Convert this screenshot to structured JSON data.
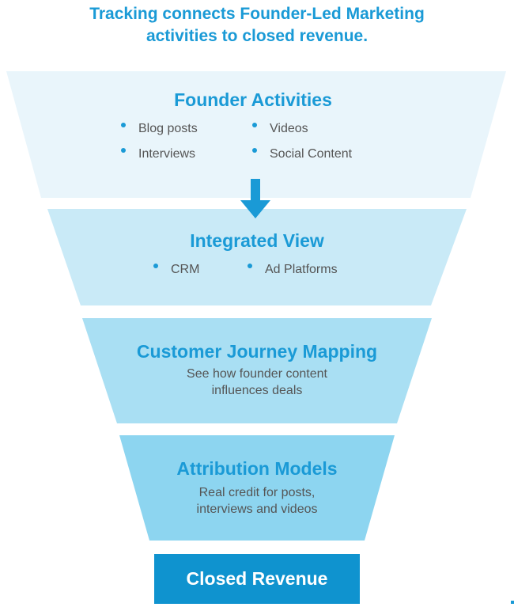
{
  "title": {
    "line1": "Tracking connects Founder-Led Marketing",
    "line2": "activities to closed revenue."
  },
  "stages": {
    "activities": {
      "title": "Founder Activities",
      "bullets": [
        "Blog posts",
        "Videos",
        "Interviews",
        "Social Content"
      ]
    },
    "integrated": {
      "title": "Integrated View",
      "bullets": [
        "CRM",
        "Ad Platforms"
      ]
    },
    "journey": {
      "title": "Customer Journey Mapping",
      "desc_line1": "See how founder content",
      "desc_line2": "influences deals"
    },
    "attribution": {
      "title": "Attribution Models",
      "desc_line1": "Real credit for posts,",
      "desc_line2": "interviews and videos"
    }
  },
  "revenue": {
    "label": "Closed Revenue"
  },
  "colors": {
    "accent": "#1a9ad6",
    "stage1": "#e9f5fb",
    "stage2": "#c9eaf7",
    "stage3": "#a9dff3",
    "stage4": "#8dd5f0",
    "revenue": "#0f93cf",
    "body_text": "#555555"
  },
  "icons": {
    "arrow": "down-arrow-icon",
    "bullet": "bullet-dot-icon"
  }
}
